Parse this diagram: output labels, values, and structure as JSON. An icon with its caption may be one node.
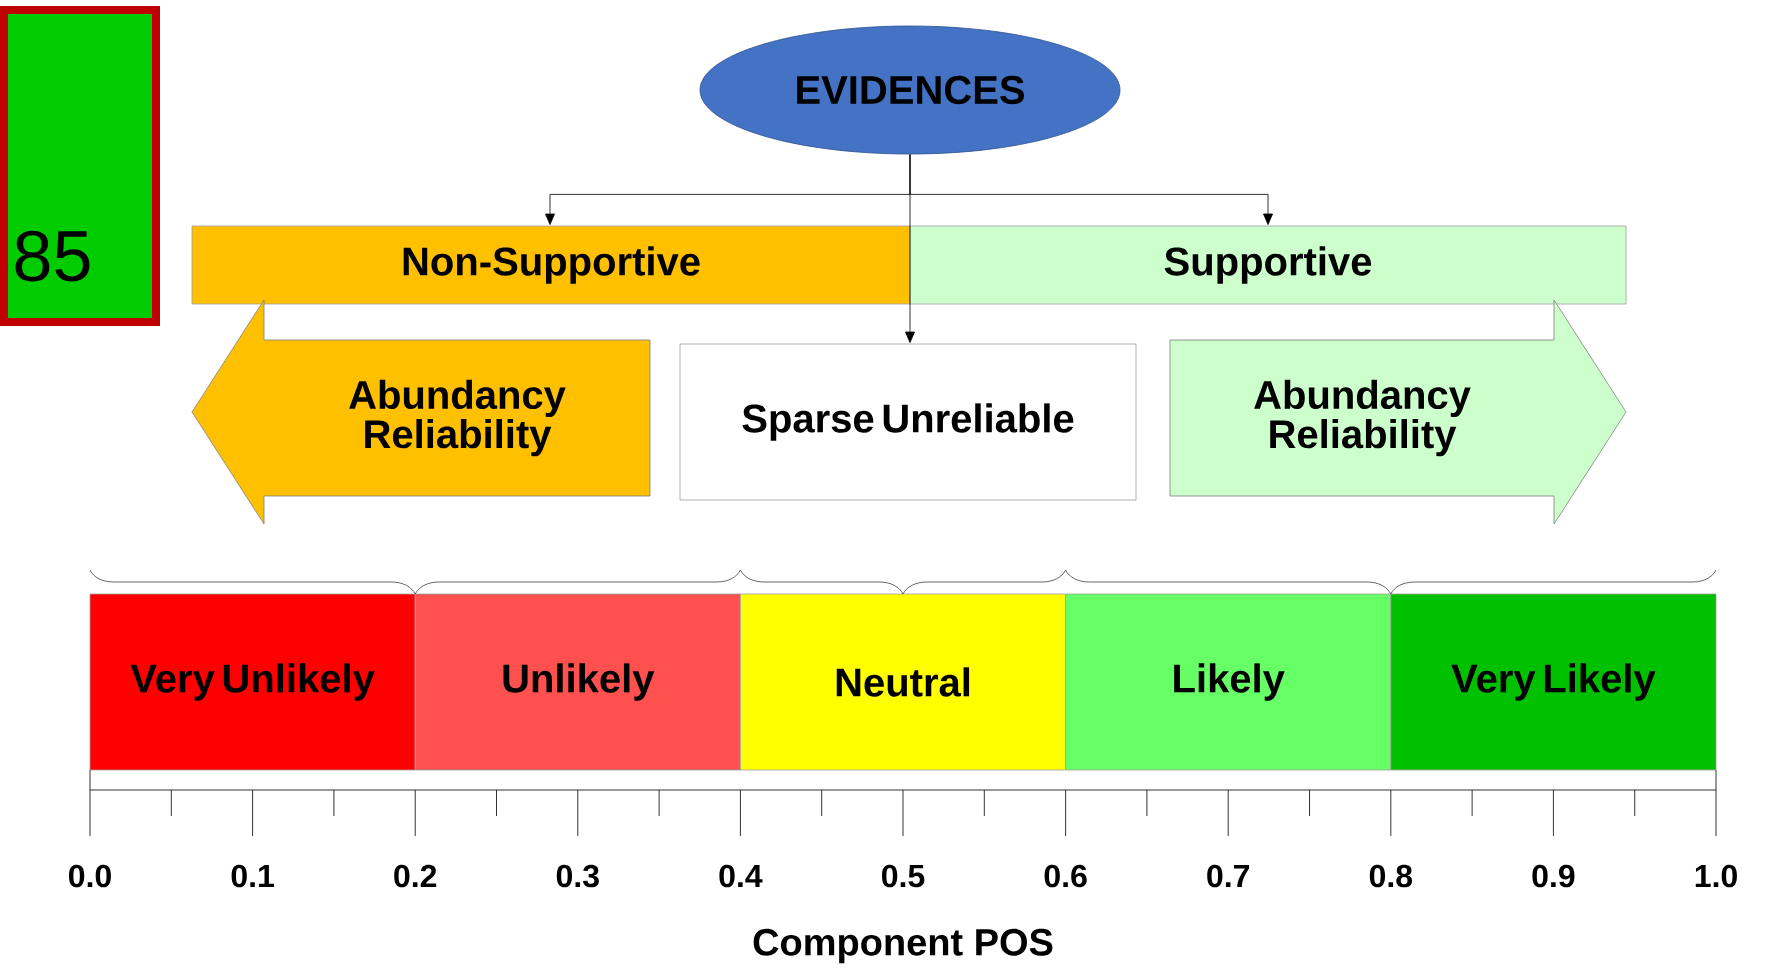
{
  "diagram": {
    "nodes": [
      {
        "text": [
          "85"
        ]
      },
      {
        "text": [
          "EVIDENCES"
        ]
      },
      {
        "text": [
          "Non-Supportive"
        ]
      },
      {
        "text": [
          "Supportive"
        ]
      },
      {
        "text": [
          "Abundancy Reliability"
        ]
      },
      {
        "text": [
          "Sparse Unreliable"
        ]
      },
      {
        "text": [
          "Abundancy Reliability"
        ]
      },
      {
        "text": [
          "Very Unlikely"
        ]
      },
      {
        "text": [
          "Unlikely"
        ]
      },
      {
        "text": [
          "Neutral"
        ]
      },
      {
        "text": [
          "Likely"
        ]
      },
      {
        "text": [
          "Very Likely"
        ]
      }
    ],
    "edges": [
      {
        "from": 1,
        "to": 2,
        "arrow": "to"
      },
      {
        "from": 1,
        "to": 3,
        "arrow": "to"
      },
      {
        "from": 1,
        "to": 5,
        "arrow": "to"
      }
    ],
    "labels": [
      "0.0",
      "0.1",
      "0.2",
      "0.3",
      "0.4",
      "0.5",
      "0.6",
      "0.7",
      "0.8",
      "0.9",
      "1.0",
      "Component POS"
    ]
  }
}
